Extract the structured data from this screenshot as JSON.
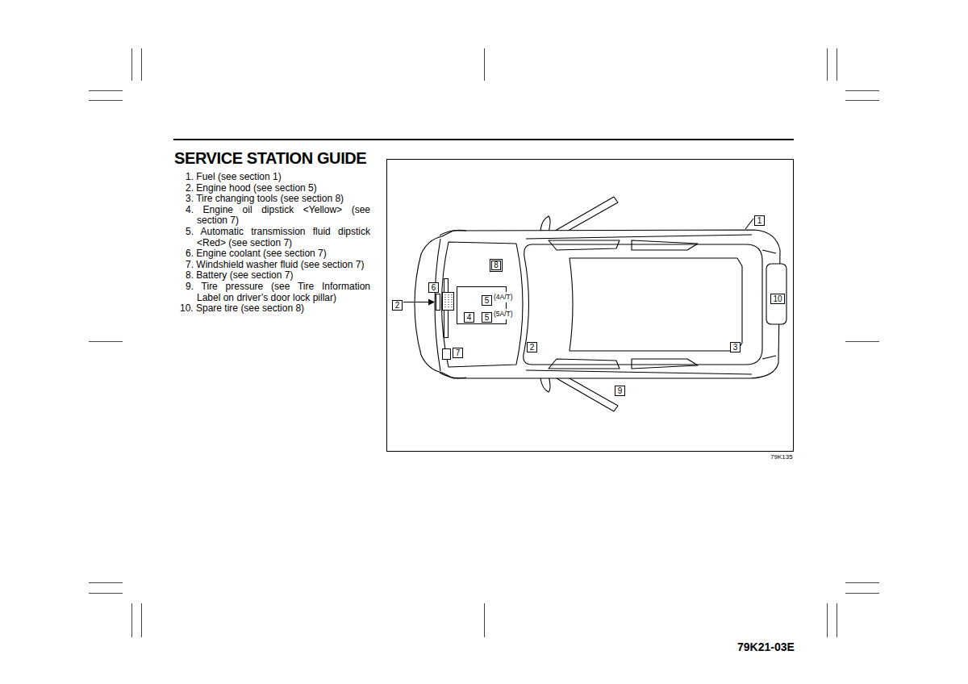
{
  "diagram": {
    "title": "SERVICE STATION GUIDE",
    "nodes": [
      {
        "text": [
          "1"
        ]
      },
      {
        "text": [
          "8"
        ]
      },
      {
        "text": [
          "10"
        ]
      },
      {
        "text": [
          "6"
        ]
      },
      {
        "text": [
          "5",
          "(4A/T)"
        ]
      },
      {
        "text": [
          "2"
        ]
      },
      {
        "text": [
          "4"
        ]
      },
      {
        "text": [
          "5",
          "(5A/T)"
        ]
      },
      {
        "text": [
          "2"
        ]
      },
      {
        "text": [
          "3"
        ]
      },
      {
        "text": [
          "7"
        ]
      },
      {
        "text": [
          "9"
        ]
      }
    ],
    "labels": [
      "1. Fuel (see section 1)",
      "2. Engine hood (see section 5)",
      "3. Tire changing tools (see section 8)",
      "4. Engine oil dipstick <Yellow> (see section 7)",
      "5. Automatic transmission fluid dipstick <Red> (see section 7)",
      "6. Engine coolant (see section 7)",
      "7. Windshield washer fluid (see section 7)",
      "8. Battery (see section 7)",
      "9. Tire pressure (see Tire Information Label on driver’s door lock pillar)",
      "10. Spare tire (see section 8)",
      "79K135",
      "79K21-03E"
    ]
  }
}
